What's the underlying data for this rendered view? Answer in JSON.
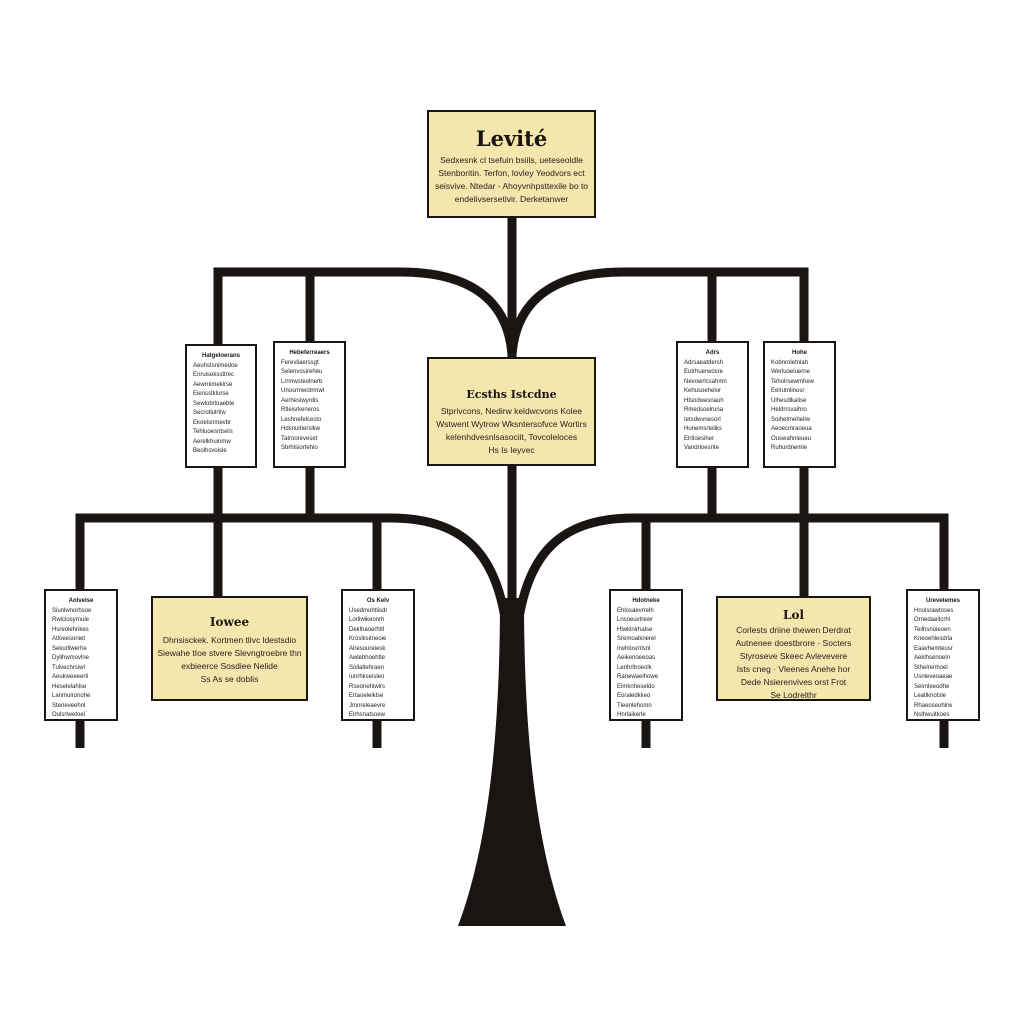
{
  "colors": {
    "branch": "#1a1412",
    "card_fill": "#f3e7ad",
    "page_fill": "#ffffff"
  },
  "root": {
    "title": "Levité",
    "lines": [
      "Sedxesnk cl tsefuin bsiils, ueteseoldle",
      "Stenboritin. Terfon, lovley Yeodvors ect",
      "seisvive. Ntedar - Ahoyvnhpsttexile bo to",
      "endelivsersetivir. Derketanwer"
    ]
  },
  "middle": {
    "title": "Ecsths Istcdne",
    "lines": [
      "Stprivcons, Nedirw keldwcvons Kolee",
      "Wstwent Wytrow Wksntersofvce Wortirs",
      "kelenhdvesnlsasociit, Tovcoleloces",
      "Hs Is Ieyvec"
    ]
  },
  "left_card": {
    "title": "Iowee",
    "lines": [
      "Dhnsisckek. Kortmen tlivc ldestsdio",
      "Siewahe tIoe stvere Slevngtroebre thn",
      "exbieerce Sosdiee Nelide",
      "Ss As se doblis"
    ]
  },
  "right_card": {
    "title": "Lol",
    "lines": [
      "Corlests driine thewen Derdrat",
      "Autnenee doestbrore · Socters",
      "Styroseve Skeec Avlevevere",
      "Ists cneg · Vleenes Anehe hor",
      "Dede Nsierenvives orst Frot",
      "Se Lodrelthr"
    ]
  },
  "upper_pages": [
    {
      "head": "Hatgeloerans",
      "lines": [
        "Aeuhstsnimedoe",
        "Enruisekssttrec",
        "Aewrnimeklrse",
        "Eiensstklurse",
        "Sewlobrloaebte",
        "Secrotlulrtiw",
        "Ekoelsnmevbr",
        "Tehluoesntsels",
        "Aerelkhuinmw",
        "Beolhsvoisle"
      ]
    },
    {
      "head": "Hebeterreaers",
      "lines": [
        "Ferevliaerssgt",
        "Selenvosireheu",
        "Lrrmwsteolnerb",
        "Unosrmwotrmwl",
        "Aerhesiwyrdis",
        "Rtleisrkeneros",
        "Leshnefelcesto",
        "Hdsnulrierslkw",
        "Tatrooreveset",
        "Sbrhlsiortehlo"
      ]
    },
    {
      "head": "Adrs",
      "lines": [
        "Adrsaeatdersh",
        "Eutrhuerwosre",
        "Nevowrlcsahmn",
        "Kehusoehelor",
        "Htsndwesnauh",
        "Rmedsoelruna",
        "Ietsdwvnesorl",
        "Hunemsrteliks",
        "Elrtloesiher",
        "Vandrloesnte"
      ]
    },
    {
      "head": "Hohe",
      "lines": [
        "Kobnroletnlah",
        "Werluoeiuerne",
        "Teholrsewmhew",
        "Eelrutnlinosr",
        "Ulhesdlkalise",
        "Heldrrsvaihro",
        "Soihetmeheliw",
        "Aeoecmraoeua",
        "Ouswahnleueu",
        "Ruhurdnemle"
      ]
    }
  ],
  "lower_pages": [
    {
      "head": "Aolvelse",
      "lines": [
        "Siunlwnorhsoe",
        "Rwiclosyrnule",
        "Hsreolehrikes",
        "Atloeesoniet",
        "Sekurllwerhe",
        "Dylihwmovlne",
        "Tulvechrsiwl",
        "Aeukweeeerti",
        "Heselelahlse",
        "Lanmulronohe",
        "Sterieveehnl",
        "Oulsrlwetoel"
      ]
    },
    {
      "head": "Os Kelv",
      "lines": [
        "Usedmohtlisdr",
        "Lorliwikeonrh",
        "Deklhaoerhtll",
        "Kroslksitneoie",
        "Alresoureiesk",
        "Awlebhoehtle",
        "Sollaltehraen",
        "Iunrhkseisleo",
        "Rseonehiwlrs",
        "Ertaoeleiklse",
        "Jmnreleaevre",
        "Elrhsnatsoew"
      ]
    },
    {
      "head": "Hdotneke",
      "lines": [
        "Ehlosaevrrelh",
        "Lnsoeuvtrewr",
        "Hlwklnirhalse",
        "Sremoalknerel",
        "Irwhlosrnlsnl",
        "Aeikenoeeoas",
        "Lenhrltroeolk",
        "Ranewaelhowe",
        "Elmknheseldo",
        "Eoraledkkeo",
        "Tleenlehomn",
        "Hnrlaikerle"
      ]
    },
    {
      "head": "Urevetemes",
      "lines": [
        "Hnolsrawtoses",
        "Ornedaeitcrhl",
        "Teilhsnoieoen",
        "Kneoehlesdrla",
        "Eaavhemteusr",
        "Aeklhsenoeln",
        "Sthelrenhoel",
        "Usnleveoaeae",
        "Seirnleeodhe",
        "Leatlknotsle",
        "Rhaeoseuhlrw",
        "Nslhwuitkoes"
      ]
    }
  ]
}
